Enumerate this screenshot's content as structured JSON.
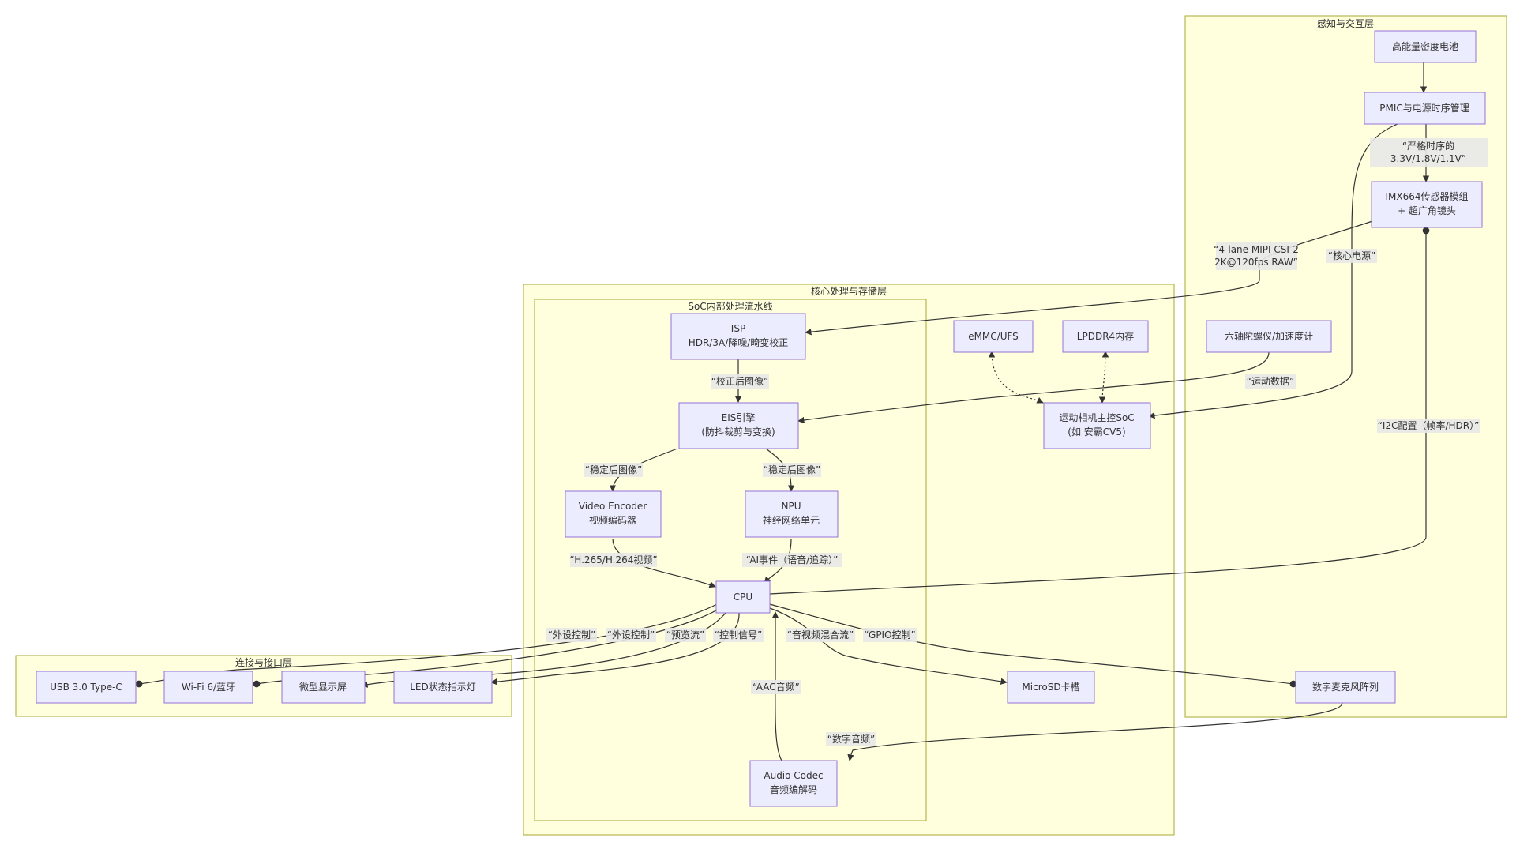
{
  "clusters": {
    "sense": "感知与交互层",
    "core": "核心处理与存储层",
    "soc_pipe": "SoC内部处理流水线",
    "conn": "连接与接口层"
  },
  "nodes": {
    "battery": [
      "高能量密度电池"
    ],
    "pmic": [
      "PMIC与电源时序管理"
    ],
    "imx": [
      "IMX664传感器模组",
      "+ 超广角镜头"
    ],
    "gyro": [
      "六轴陀螺仪/加速度计"
    ],
    "mic": [
      "数字麦克风阵列"
    ],
    "emmc": [
      "eMMC/UFS"
    ],
    "lpddr": [
      "LPDDR4内存"
    ],
    "soc": [
      "运动相机主控SoC",
      "(如 安霸CV5)"
    ],
    "isp": [
      "ISP",
      "HDR/3A/降噪/畸变校正"
    ],
    "eis": [
      "EIS引擎",
      "(防抖裁剪与变换)"
    ],
    "venc": [
      "Video Encoder",
      "视频编码器"
    ],
    "npu": [
      "NPU",
      "神经网络单元"
    ],
    "cpu": [
      "CPU"
    ],
    "codec": [
      "Audio Codec",
      "音频编解码"
    ],
    "microsd": [
      "MicroSD卡槽"
    ],
    "usb": [
      "USB 3.0 Type-C"
    ],
    "wifi": [
      "Wi-Fi 6/蓝牙"
    ],
    "display": [
      "微型显示屏"
    ],
    "led": [
      "LED状态指示灯"
    ]
  },
  "edge_labels": {
    "timing": [
      "“严格时序的",
      "3.3V/1.8V/1.1V”"
    ],
    "mipi": [
      "“4-lane MIPI CSI-2",
      "2K@120fps RAW”"
    ],
    "core_power": [
      "“核心电源”"
    ],
    "motion": [
      "“运动数据”"
    ],
    "i2c": [
      "“I2C配置（帧率/HDR）”"
    ],
    "corrected": [
      "“校正后图像”"
    ],
    "stab1": [
      "“稳定后图像”"
    ],
    "stab2": [
      "“稳定后图像”"
    ],
    "h265": [
      "“H.265/H.264视频”"
    ],
    "ai": [
      "“AI事件（语音/追踪）”"
    ],
    "periph1": [
      "“外设控制”"
    ],
    "periph2": [
      "“外设控制”"
    ],
    "preview": [
      "“预览流”"
    ],
    "ctrl": [
      "“控制信号”"
    ],
    "avmix": [
      "“音视频混合流”"
    ],
    "gpio": [
      "“GPIO控制”"
    ],
    "aac": [
      "“AAC音频”"
    ],
    "digaudio": [
      "“数字音频”"
    ]
  }
}
